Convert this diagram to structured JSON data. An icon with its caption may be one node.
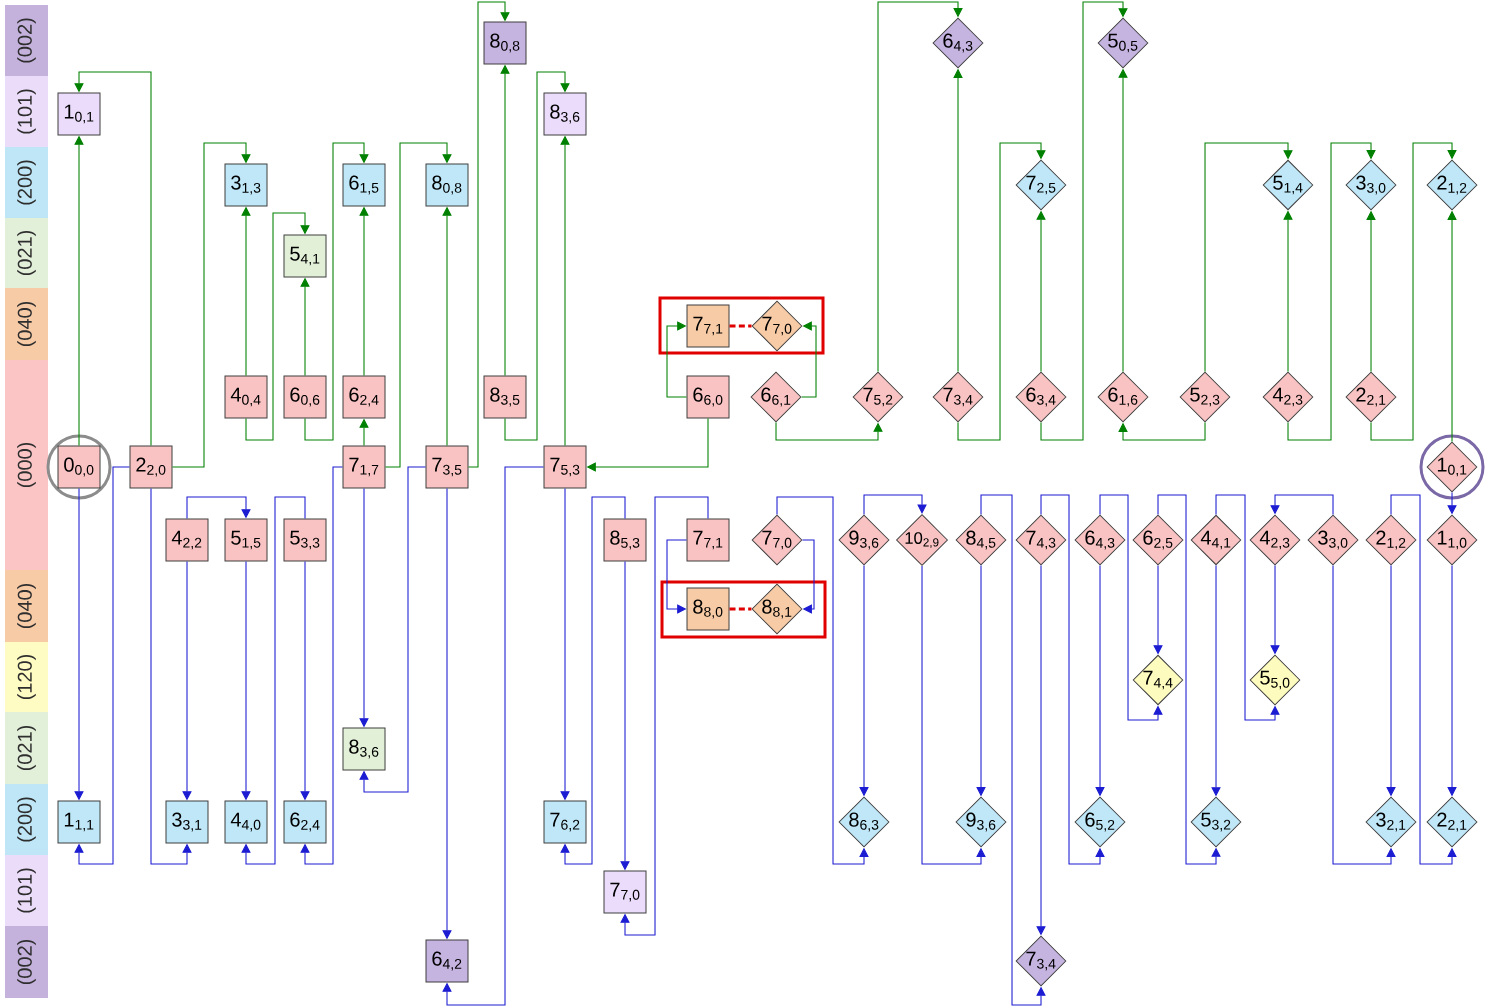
{
  "diagram": {
    "nodes": [
      {
        "text": [
          "(002)"
        ]
      },
      {
        "text": [
          "(101)"
        ]
      },
      {
        "text": [
          "(200)"
        ]
      },
      {
        "text": [
          "(021)"
        ]
      },
      {
        "text": [
          "(040)"
        ]
      },
      {
        "text": [
          "(000)"
        ]
      },
      {
        "text": [
          "(040)"
        ]
      },
      {
        "text": [
          "(120)"
        ]
      },
      {
        "text": [
          "(021)"
        ]
      },
      {
        "text": [
          "(200)"
        ]
      },
      {
        "text": [
          "(101)"
        ]
      },
      {
        "text": [
          "(002)"
        ]
      },
      {
        "text": [
          "8$_{0,8}$"
        ]
      },
      {
        "text": [
          "6$_{4,3}$"
        ]
      },
      {
        "text": [
          "5$_{0,5}$"
        ]
      },
      {
        "text": [
          "1$_{0,1}$"
        ]
      },
      {
        "text": [
          "8$_{3,6}$"
        ]
      },
      {
        "text": [
          "3$_{1,3}$"
        ]
      },
      {
        "text": [
          "6$_{1,5}$"
        ]
      },
      {
        "text": [
          "8$_{0,8}$"
        ]
      },
      {
        "text": [
          "7$_{2,5}$"
        ]
      },
      {
        "text": [
          "5$_{1,4}$"
        ]
      },
      {
        "text": [
          "3$_{3,0}$"
        ]
      },
      {
        "text": [
          "2$_{1,2}$"
        ]
      },
      {
        "text": [
          "5$_{4,1}$"
        ]
      },
      {
        "text": [],
        "shape": "box"
      },
      {
        "text": [
          "7$_{7,1}$"
        ],
        "in": 25
      },
      {
        "text": [
          "7$_{7,0}$"
        ],
        "in": 25
      },
      {
        "text": [
          "4$_{0,4}$"
        ]
      },
      {
        "text": [
          "6$_{0,6}$"
        ]
      },
      {
        "text": [
          "6$_{2,4}$"
        ]
      },
      {
        "text": [
          "8$_{3,5}$"
        ]
      },
      {
        "text": [
          "6$_{6,0}$"
        ]
      },
      {
        "text": [
          "6$_{6,1}$"
        ]
      },
      {
        "text": [
          "7$_{5,2}$"
        ]
      },
      {
        "text": [
          "7$_{3,4}$"
        ]
      },
      {
        "text": [
          "6$_{3,4}$"
        ]
      },
      {
        "text": [
          "6$_{1,6}$"
        ]
      },
      {
        "text": [
          "5$_{2,3}$"
        ]
      },
      {
        "text": [
          "4$_{2,3}$"
        ]
      },
      {
        "text": [
          "2$_{2,1}$"
        ]
      },
      {
        "text": [],
        "shape": "circle"
      },
      {
        "text": [
          "0$_{0,0}$"
        ],
        "in": 41
      },
      {
        "text": [
          "2$_{2,0}$"
        ]
      },
      {
        "text": [
          "7$_{1,7}$"
        ]
      },
      {
        "text": [
          "7$_{3,5}$"
        ]
      },
      {
        "text": [
          "7$_{5,3}$"
        ]
      },
      {
        "text": [],
        "shape": "circle"
      },
      {
        "text": [
          "1$_{0,1}$"
        ],
        "in": 47
      },
      {
        "text": [
          "4$_{2,2}$"
        ]
      },
      {
        "text": [
          "5$_{1,5}$"
        ]
      },
      {
        "text": [
          "5$_{3,3}$"
        ]
      },
      {
        "text": [
          "8$_{5,3}$"
        ]
      },
      {
        "text": [
          "7$_{7,1}$"
        ]
      },
      {
        "text": [
          "7$_{7,0}$"
        ]
      },
      {
        "text": [
          "9$_{3,6}$"
        ]
      },
      {
        "text": [
          "10$_{2,9}$"
        ]
      },
      {
        "text": [
          "8$_{4,5}$"
        ]
      },
      {
        "text": [
          "7$_{4,3}$"
        ]
      },
      {
        "text": [
          "6$_{4,3}$"
        ]
      },
      {
        "text": [
          "6$_{2,5}$"
        ]
      },
      {
        "text": [
          "4$_{4,1}$"
        ]
      },
      {
        "text": [
          "4$_{2,3}$"
        ]
      },
      {
        "text": [
          "3$_{3,0}$"
        ]
      },
      {
        "text": [
          "2$_{1,2}$"
        ]
      },
      {
        "text": [
          "1$_{1,0}$"
        ]
      },
      {
        "text": [],
        "shape": "box"
      },
      {
        "text": [
          "8$_{8,0}$"
        ],
        "in": 66
      },
      {
        "text": [
          "8$_{8,1}$"
        ],
        "in": 66
      },
      {
        "text": [
          "7$_{4,4}$"
        ]
      },
      {
        "text": [
          "5$_{5,0}$"
        ]
      },
      {
        "text": [
          "8$_{3,6}$"
        ]
      },
      {
        "text": [
          "1$_{1,1}$"
        ]
      },
      {
        "text": [
          "3$_{3,1}$"
        ]
      },
      {
        "text": [
          "4$_{4,0}$"
        ]
      },
      {
        "text": [
          "6$_{2,4}$"
        ]
      },
      {
        "text": [
          "7$_{6,2}$"
        ]
      },
      {
        "text": [
          "8$_{6,3}$"
        ]
      },
      {
        "text": [
          "9$_{3,6}$"
        ]
      },
      {
        "text": [
          "6$_{5,2}$"
        ]
      },
      {
        "text": [
          "5$_{3,2}$"
        ]
      },
      {
        "text": [
          "3$_{2,1}$"
        ]
      },
      {
        "text": [
          "2$_{2,1}$"
        ]
      },
      {
        "text": [
          "7$_{7,0}$"
        ]
      },
      {
        "text": [
          "6$_{4,2}$"
        ]
      },
      {
        "text": [
          "7$_{3,4}$"
        ]
      }
    ],
    "edges": [
      {
        "from": 42,
        "to": 15,
        "arrow": "to",
        "color": "#008000"
      },
      {
        "from": 43,
        "to": 15,
        "arrow": "to",
        "color": "#008000"
      },
      {
        "from": 28,
        "to": 17,
        "arrow": "to",
        "color": "#008000"
      },
      {
        "from": 43,
        "to": 17,
        "arrow": "to",
        "color": "#008000"
      },
      {
        "from": 29,
        "to": 24,
        "arrow": "to",
        "color": "#008000"
      },
      {
        "from": 28,
        "to": 24,
        "arrow": "to",
        "color": "#008000"
      },
      {
        "from": 30,
        "to": 18,
        "arrow": "to",
        "color": "#008000"
      },
      {
        "from": 29,
        "to": 18,
        "arrow": "to",
        "color": "#008000"
      },
      {
        "from": 44,
        "to": 30,
        "arrow": "to",
        "color": "#008000"
      },
      {
        "from": 45,
        "to": 19,
        "arrow": "to",
        "color": "#008000"
      },
      {
        "from": 44,
        "to": 19,
        "arrow": "to",
        "color": "#008000"
      },
      {
        "from": 31,
        "to": 12,
        "arrow": "to",
        "color": "#008000"
      },
      {
        "from": 45,
        "to": 12,
        "arrow": "to",
        "color": "#008000"
      },
      {
        "from": 46,
        "to": 16,
        "arrow": "to",
        "color": "#008000"
      },
      {
        "from": 31,
        "to": 16,
        "arrow": "to",
        "color": "#008000"
      },
      {
        "from": 32,
        "to": 46,
        "arrow": "to",
        "color": "#008000"
      },
      {
        "from": 32,
        "to": 26,
        "arrow": "to",
        "color": "#008000"
      },
      {
        "from": 33,
        "to": 27,
        "arrow": "to",
        "color": "#008000"
      },
      {
        "from": 33,
        "to": 34,
        "arrow": "to",
        "color": "#008000"
      },
      {
        "from": 34,
        "to": 13,
        "arrow": "to",
        "color": "#008000"
      },
      {
        "from": 35,
        "to": 13,
        "arrow": "to",
        "color": "#008000"
      },
      {
        "from": 35,
        "to": 20,
        "arrow": "to",
        "color": "#008000"
      },
      {
        "from": 36,
        "to": 20,
        "arrow": "to",
        "color": "#008000"
      },
      {
        "from": 36,
        "to": 14,
        "arrow": "to",
        "color": "#008000"
      },
      {
        "from": 37,
        "to": 14,
        "arrow": "to",
        "color": "#008000"
      },
      {
        "from": 38,
        "to": 37,
        "arrow": "to",
        "color": "#008000"
      },
      {
        "from": 38,
        "to": 21,
        "arrow": "to",
        "color": "#008000"
      },
      {
        "from": 39,
        "to": 21,
        "arrow": "to",
        "color": "#008000"
      },
      {
        "from": 39,
        "to": 22,
        "arrow": "to",
        "color": "#008000"
      },
      {
        "from": 40,
        "to": 22,
        "arrow": "to",
        "color": "#008000"
      },
      {
        "from": 40,
        "to": 23,
        "arrow": "to",
        "color": "#008000"
      },
      {
        "from": 48,
        "to": 23,
        "arrow": "to",
        "color": "#008000"
      },
      {
        "from": 42,
        "to": 72,
        "arrow": "to"
      },
      {
        "from": 43,
        "to": 72,
        "arrow": "to"
      },
      {
        "from": 43,
        "to": 73,
        "arrow": "to"
      },
      {
        "from": 49,
        "to": 73,
        "arrow": "to"
      },
      {
        "from": 49,
        "to": 50,
        "arrow": "to"
      },
      {
        "from": 50,
        "to": 74,
        "arrow": "to"
      },
      {
        "from": 51,
        "to": 74,
        "arrow": "to"
      },
      {
        "from": 51,
        "to": 75,
        "arrow": "to"
      },
      {
        "from": 44,
        "to": 75,
        "arrow": "to"
      },
      {
        "from": 44,
        "to": 71,
        "arrow": "to"
      },
      {
        "from": 45,
        "to": 71,
        "arrow": "to"
      },
      {
        "from": 45,
        "to": 84,
        "arrow": "to"
      },
      {
        "from": 46,
        "to": 84,
        "arrow": "to"
      },
      {
        "from": 46,
        "to": 76,
        "arrow": "to"
      },
      {
        "from": 52,
        "to": 76,
        "arrow": "to"
      },
      {
        "from": 52,
        "to": 83,
        "arrow": "to"
      },
      {
        "from": 53,
        "to": 83,
        "arrow": "to"
      },
      {
        "from": 53,
        "to": 67,
        "arrow": "to"
      },
      {
        "from": 54,
        "to": 68,
        "arrow": "to"
      },
      {
        "from": 54,
        "to": 77,
        "arrow": "to"
      },
      {
        "from": 55,
        "to": 77,
        "arrow": "to"
      },
      {
        "from": 55,
        "to": 56,
        "arrow": "to"
      },
      {
        "from": 56,
        "to": 78,
        "arrow": "to"
      },
      {
        "from": 57,
        "to": 78,
        "arrow": "to"
      },
      {
        "from": 57,
        "to": 85,
        "arrow": "to"
      },
      {
        "from": 58,
        "to": 85,
        "arrow": "to"
      },
      {
        "from": 58,
        "to": 79,
        "arrow": "to"
      },
      {
        "from": 59,
        "to": 79,
        "arrow": "to"
      },
      {
        "from": 59,
        "to": 69,
        "arrow": "to"
      },
      {
        "from": 60,
        "to": 69,
        "arrow": "to"
      },
      {
        "from": 60,
        "to": 80,
        "arrow": "to"
      },
      {
        "from": 61,
        "to": 80,
        "arrow": "to"
      },
      {
        "from": 61,
        "to": 70,
        "arrow": "to"
      },
      {
        "from": 62,
        "to": 70,
        "arrow": "to"
      },
      {
        "from": 63,
        "to": 62,
        "arrow": "to"
      },
      {
        "from": 63,
        "to": 81,
        "arrow": "to"
      },
      {
        "from": 64,
        "to": 81,
        "arrow": "to"
      },
      {
        "from": 64,
        "to": 82,
        "arrow": "to"
      },
      {
        "from": 65,
        "to": 82,
        "arrow": "to"
      },
      {
        "from": 48,
        "to": 65,
        "arrow": "to"
      },
      {
        "from": 26,
        "to": 27,
        "arrow": "none",
        "style": "dashed",
        "color": "#e00000"
      },
      {
        "from": 67,
        "to": 68,
        "arrow": "none",
        "style": "dashed",
        "color": "#e00000"
      }
    ]
  }
}
